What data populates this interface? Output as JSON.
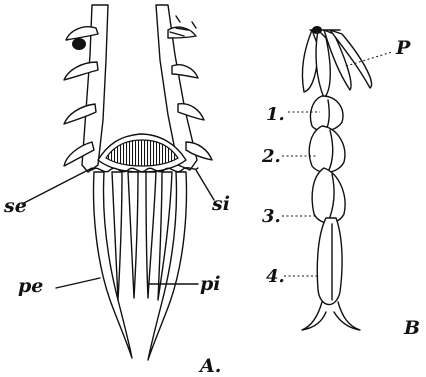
{
  "figure": {
    "panel_a_label": "A.",
    "panel_b_label": "B",
    "labels_a": {
      "se": "se",
      "si": "si",
      "pe": "pe",
      "pi": "pi"
    },
    "labels_b": {
      "p": "P",
      "segments": [
        "1.",
        "2.",
        "3.",
        "4."
      ]
    }
  }
}
